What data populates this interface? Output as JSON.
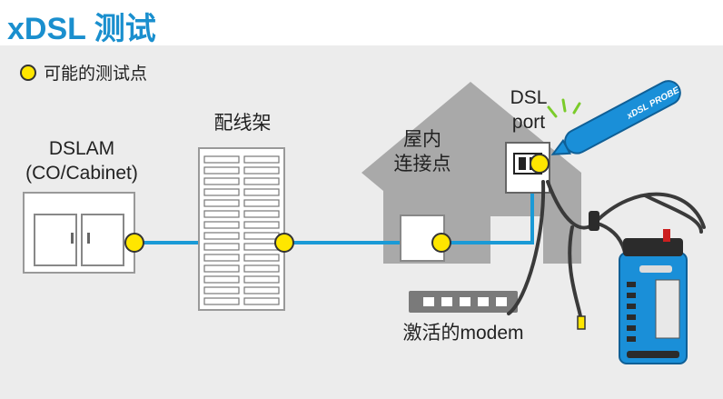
{
  "title": "xDSL 测试",
  "legend": {
    "text": "可能的测试点"
  },
  "labels": {
    "dslam_line1": "DSLAM",
    "dslam_line2": "(CO/Cabinet)",
    "distribution_frame": "配线架",
    "inhouse_line1": "屋内",
    "inhouse_line2": "连接点",
    "dsl_port_line1": "DSL",
    "dsl_port_line2": "port",
    "modem": "激活的modem",
    "probe_text": "xDSL PROBE"
  },
  "colors": {
    "title": "#1a8fce",
    "line": "#1a9ad6",
    "test_point": "#ffe600",
    "house": "#a9a9a9",
    "panel": "#ececec",
    "tester": "#1a8fd8"
  }
}
